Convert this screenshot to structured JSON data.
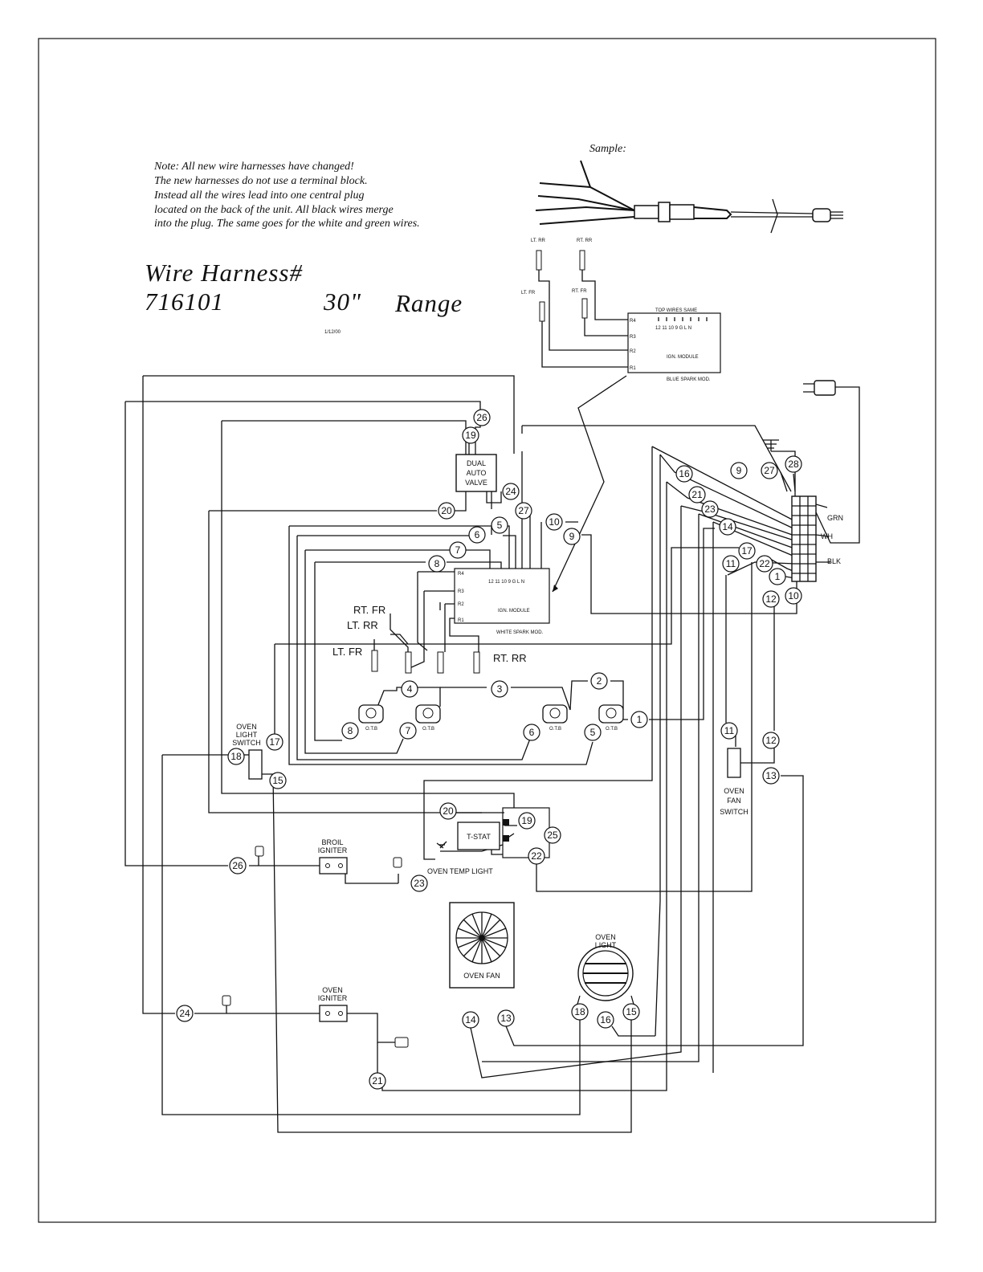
{
  "note": {
    "lines": [
      "Note:  All new wire harnesses have changed!",
      "The new harnesses do not use a terminal block.",
      "Instead all the wires lead into one central plug",
      "located on the back of the unit. All black wires merge",
      "into the plug.  The same goes for the white and green wires."
    ]
  },
  "sample_label": "Sample:",
  "title": {
    "line1": "Wire  Harness#",
    "number": "716101",
    "size": "30\"",
    "product": "Range",
    "date": "1/12/00"
  },
  "blue_module": {
    "header": "TOP WIRES SAME",
    "pins": "12 11 10 9 G L N",
    "name": "IGN. MODULE",
    "caption": "BLUE SPARK MOD.",
    "terminals": [
      "R4",
      "R3",
      "R2",
      "R1"
    ],
    "electrodes": [
      "LT. RR",
      "RT. RR",
      "LT. FR",
      "RT. FR"
    ]
  },
  "white_module": {
    "pins": "12 11 10 9 G L N",
    "name": "IGN. MODULE",
    "caption": "WHITE SPARK MOD.",
    "terminals": [
      "R4",
      "R3",
      "R2",
      "R1"
    ]
  },
  "electrodes": {
    "rt_fr": "RT. FR",
    "lt_rr": "LT. RR",
    "lt_fr": "LT. FR",
    "rt_rr": "RT. RR"
  },
  "components": {
    "dual_valve": [
      "DUAL",
      "AUTO",
      "VALVE"
    ],
    "oven_light_switch": [
      "OVEN",
      "LIGHT",
      "SWITCH"
    ],
    "oven_fan_switch": [
      "OVEN",
      "FAN",
      "SWITCH"
    ],
    "broil_igniter": [
      "BROIL",
      "IGNITER"
    ],
    "oven_igniter": [
      "OVEN",
      "IGNITER"
    ],
    "tstat": "T-STAT",
    "oven_temp_light": "OVEN TEMP LIGHT",
    "oven_fan": "OVEN FAN",
    "oven_light": [
      "OVEN",
      "LIGHT"
    ],
    "burner_valve": "O.T.B",
    "plug": {
      "grn": "GRN",
      "wh": "WH",
      "blk": "BLK"
    }
  },
  "wire_numbers": [
    "1",
    "2",
    "3",
    "4",
    "5",
    "6",
    "7",
    "8",
    "9",
    "10",
    "11",
    "12",
    "13",
    "14",
    "15",
    "16",
    "17",
    "18",
    "19",
    "20",
    "21",
    "22",
    "23",
    "24",
    "25",
    "26",
    "27",
    "28"
  ]
}
